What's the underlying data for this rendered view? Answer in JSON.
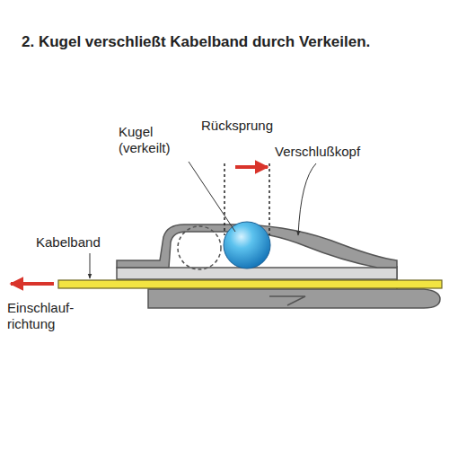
{
  "diagram": {
    "title": "2. Kugel verschließt Kabelband durch Verkeilen.",
    "labels": [
      "Kugel (verkeilt)",
      "Rücksprung",
      "Verschlußkopf",
      "Kabelband",
      "Einschlauf- richtung"
    ]
  }
}
